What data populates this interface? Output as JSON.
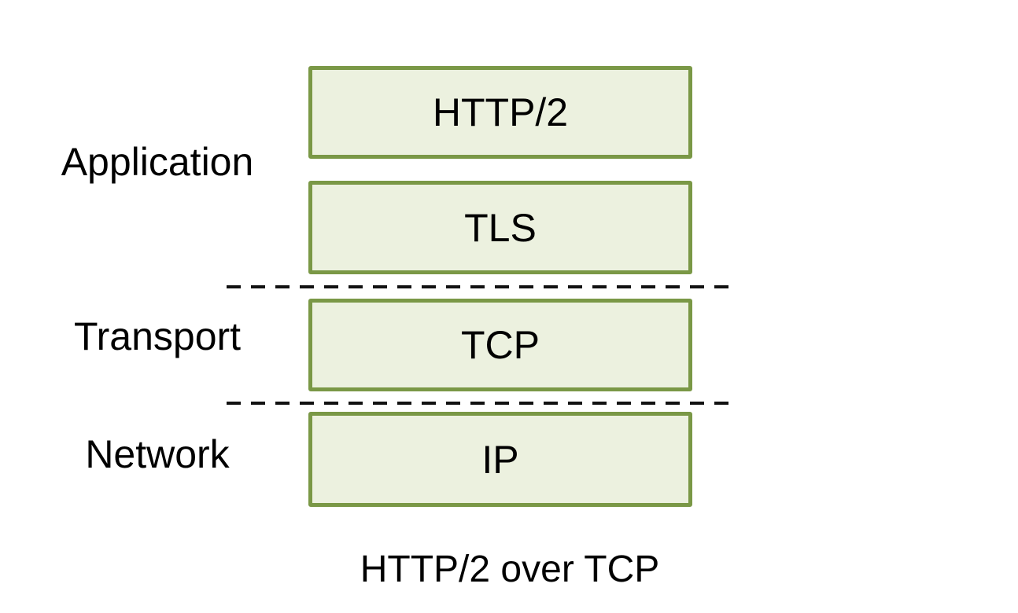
{
  "diagram": {
    "title": "HTTP/2 over TCP",
    "layers": [
      {
        "label": "Application",
        "protocols": [
          "HTTP/2",
          "TLS"
        ]
      },
      {
        "label": "Transport",
        "protocols": [
          "TCP"
        ]
      },
      {
        "label": "Network",
        "protocols": [
          "IP"
        ]
      }
    ],
    "colors": {
      "box_fill": "#ECF1DF",
      "box_border": "#7A9846",
      "separator": "#111111",
      "text": "#000000",
      "background": "#FFFFFF"
    }
  }
}
